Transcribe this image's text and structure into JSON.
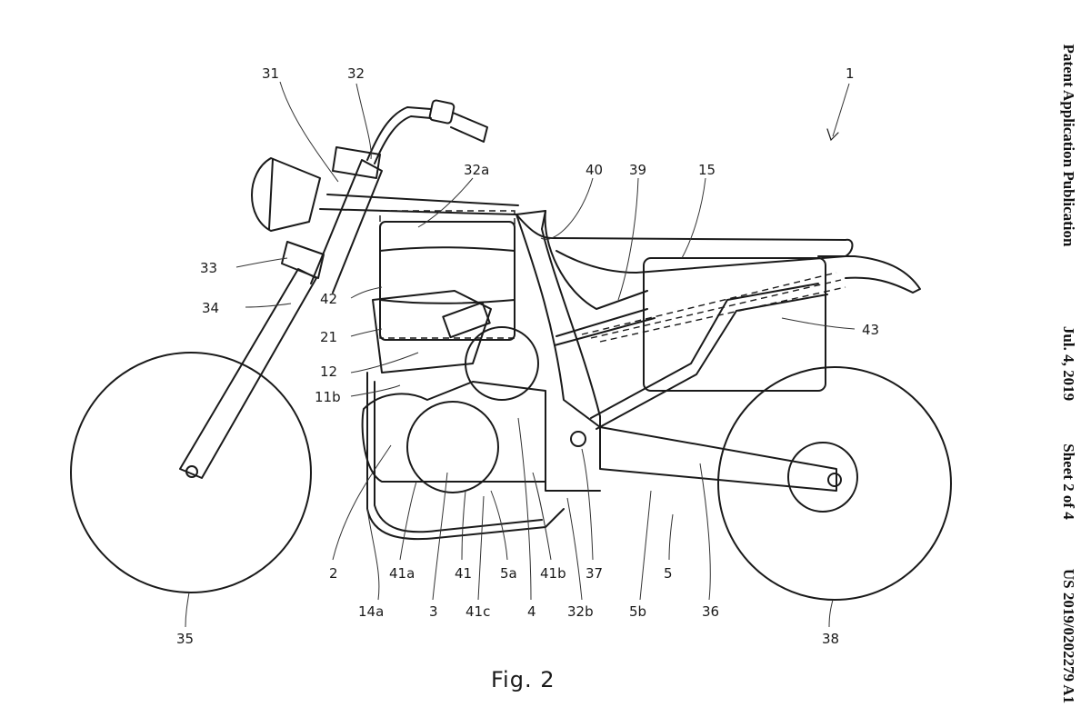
{
  "header": {
    "publication_type": "Patent Application Publication",
    "date": "Jul. 4, 2019",
    "sheet": "Sheet 2 of 4",
    "publication_number": "US 2019/0202279 A1"
  },
  "figure": {
    "caption": "Fig. 2"
  },
  "reference_labels": [
    {
      "id": "r1",
      "text": "1"
    },
    {
      "id": "r31",
      "text": "31"
    },
    {
      "id": "r32",
      "text": "32"
    },
    {
      "id": "r32a",
      "text": "32a"
    },
    {
      "id": "r40",
      "text": "40"
    },
    {
      "id": "r39",
      "text": "39"
    },
    {
      "id": "r15",
      "text": "15"
    },
    {
      "id": "r33",
      "text": "33"
    },
    {
      "id": "r34",
      "text": "34"
    },
    {
      "id": "r42",
      "text": "42"
    },
    {
      "id": "r21",
      "text": "21"
    },
    {
      "id": "r43",
      "text": "43"
    },
    {
      "id": "r12",
      "text": "12"
    },
    {
      "id": "r11b",
      "text": "11b"
    },
    {
      "id": "r2",
      "text": "2"
    },
    {
      "id": "r41a",
      "text": "41a"
    },
    {
      "id": "r41",
      "text": "41"
    },
    {
      "id": "r5a",
      "text": "5a"
    },
    {
      "id": "r41b",
      "text": "41b"
    },
    {
      "id": "r37",
      "text": "37"
    },
    {
      "id": "r5",
      "text": "5"
    },
    {
      "id": "r14a",
      "text": "14a"
    },
    {
      "id": "r3",
      "text": "3"
    },
    {
      "id": "r41c",
      "text": "41c"
    },
    {
      "id": "r4",
      "text": "4"
    },
    {
      "id": "r32b",
      "text": "32b"
    },
    {
      "id": "r5b",
      "text": "5b"
    },
    {
      "id": "r36",
      "text": "36"
    },
    {
      "id": "r35",
      "text": "35"
    },
    {
      "id": "r38",
      "text": "38"
    }
  ]
}
